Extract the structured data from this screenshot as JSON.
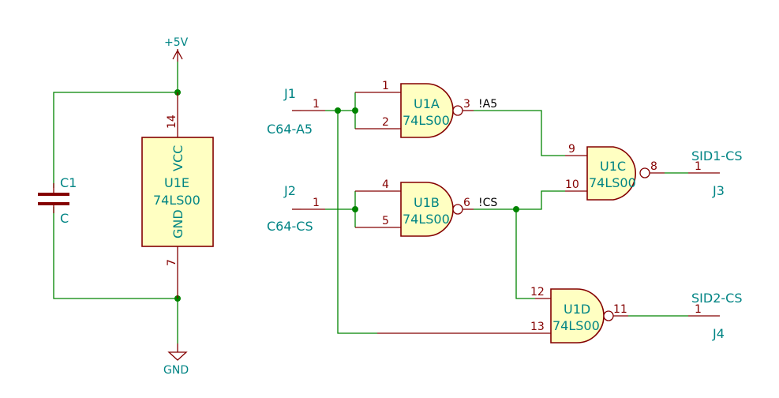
{
  "power": {
    "supply_label": "+5V",
    "ground_label": "GND"
  },
  "capacitor": {
    "ref": "C1",
    "value": "C"
  },
  "u1e": {
    "ref": "U1E",
    "value": "74LS00",
    "vcc_label": "VCC",
    "gnd_label": "GND",
    "vcc_pin": "14",
    "gnd_pin": "7"
  },
  "gates": [
    {
      "ref": "U1A",
      "value": "74LS00",
      "in1": "1",
      "in2": "2",
      "out": "3"
    },
    {
      "ref": "U1B",
      "value": "74LS00",
      "in1": "4",
      "in2": "5",
      "out": "6"
    },
    {
      "ref": "U1C",
      "value": "74LS00",
      "in1": "9",
      "in2": "10",
      "out": "8"
    },
    {
      "ref": "U1D",
      "value": "74LS00",
      "in1": "12",
      "in2": "13",
      "out": "11"
    }
  ],
  "connectors": [
    {
      "ref": "J1",
      "pin": "1",
      "net": "C64-A5"
    },
    {
      "ref": "J2",
      "pin": "1",
      "net": "C64-CS"
    },
    {
      "ref": "J3",
      "pin": "1",
      "net": "SID1-CS"
    },
    {
      "ref": "J4",
      "pin": "1",
      "net": "SID2-CS"
    }
  ],
  "nets": {
    "a5_inv": "!A5",
    "cs_inv": "!CS"
  }
}
